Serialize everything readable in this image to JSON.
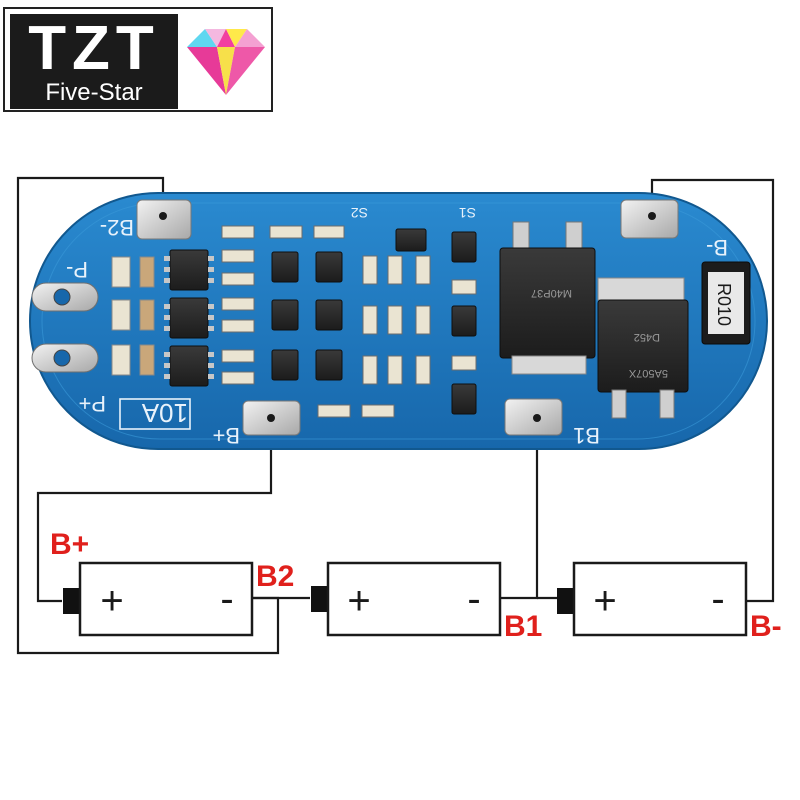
{
  "brand": {
    "title": "TZT",
    "subtitle": "Five-Star",
    "gem_colors": [
      "#5fd7f0",
      "#f4b8e0",
      "#f23fa0",
      "#ffe94a",
      "#f4a0d2",
      "#e73a98",
      "#f7e04a",
      "#ee58a8"
    ]
  },
  "board": {
    "color": "#1f7cc4",
    "current_rating": "10A",
    "pad_labels": {
      "b2": "B2-",
      "p_minus": "P-",
      "p_plus": "P+",
      "b_plus": "B+",
      "b1": "B1",
      "b_minus": "B-"
    },
    "silkscreen": {
      "s2": "S2",
      "s1": "S1"
    },
    "resistor_marking": "R010",
    "mosfet_markings": [
      "M40P37",
      "D452",
      "5A507X"
    ]
  },
  "wiring": {
    "labels": {
      "b_plus": "B+",
      "b2": "B2",
      "b1": "B1",
      "b_minus": "B-"
    },
    "label_color": "#e0201c",
    "wire_color": "#1a1a1a"
  },
  "cells": [
    {
      "plus": "+",
      "minus": "-"
    },
    {
      "plus": "+",
      "minus": "-"
    },
    {
      "plus": "+",
      "minus": "-"
    }
  ]
}
